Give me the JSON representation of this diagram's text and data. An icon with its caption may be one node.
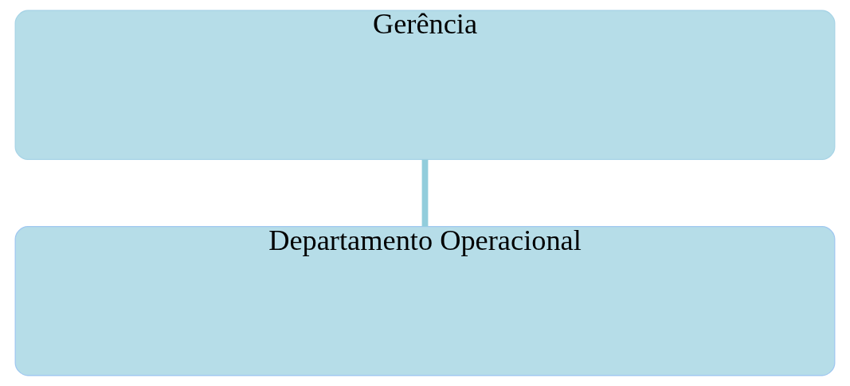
{
  "diagram": {
    "nodes": [
      {
        "text": [
          "Gerência"
        ]
      },
      {
        "text": [
          "Departamento Operacional"
        ]
      }
    ],
    "edges": [
      {
        "from": 0,
        "to": 1,
        "arrow": "none"
      }
    ]
  }
}
